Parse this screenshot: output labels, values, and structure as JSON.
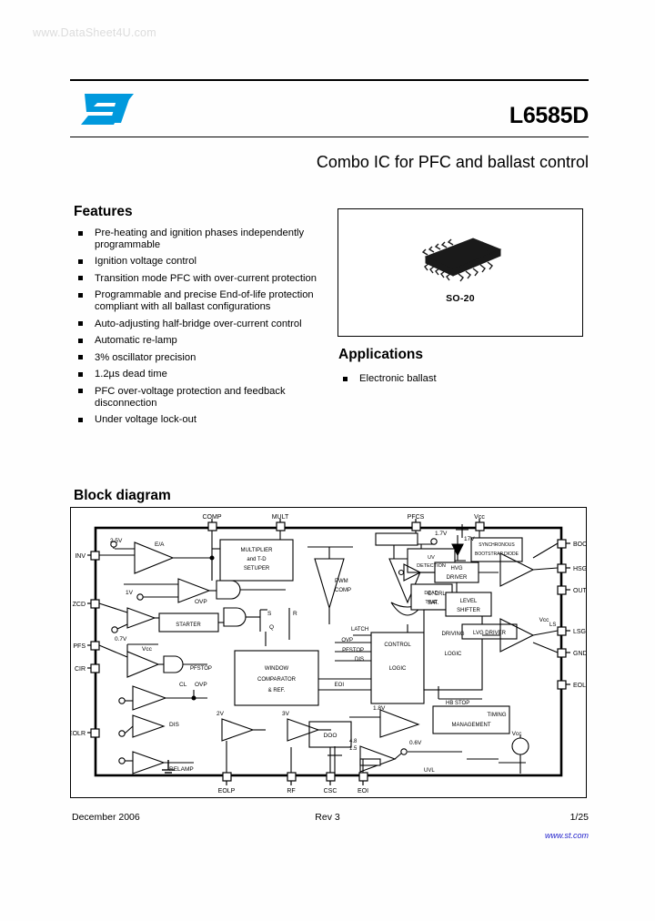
{
  "watermark": "www.DataSheet4U.com",
  "header": {
    "part_number": "L6585D",
    "subtitle": "Combo IC for PFC and ballast control",
    "logo_name": "st-logo",
    "logo_color": "#0099dd"
  },
  "features": {
    "heading": "Features",
    "items": [
      "Pre-heating and ignition phases independently programmable",
      "Ignition voltage control",
      "Transition mode PFC with over-current protection",
      "Programmable and precise End-of-life protection compliant with all ballast configurations",
      "Auto-adjusting half-bridge over-current control",
      "Automatic re-lamp",
      "3% oscillator precision",
      "1.2µs dead time",
      "PFC over-voltage protection and feedback disconnection",
      "Under voltage lock-out"
    ]
  },
  "package": {
    "label": "SO-20",
    "image_name": "so20-package-photo"
  },
  "applications": {
    "heading": "Applications",
    "items": [
      "Electronic ballast"
    ]
  },
  "block_diagram": {
    "heading": "Block diagram",
    "pins_top": [
      "COMP",
      "MULT",
      "PFCS",
      "Vcc"
    ],
    "pins_left": [
      "INV",
      "ZCD",
      "PFS",
      "CIR",
      "EOLR"
    ],
    "pins_right": [
      "BOOT",
      "HSG",
      "OUT",
      "LSG",
      "GND",
      "EOLS"
    ],
    "pins_bottom": [
      "EOLP",
      "RF",
      "CSC",
      "EOI"
    ],
    "blocks": [
      "MULTIPLIER and T-D SETUPER",
      "WINDOW COMPARATOR & REF.",
      "CONTROL LOGIC",
      "DRIVING LOGIC",
      "TIMING MANAGEMENT",
      "SYNCHRONOUS BOOTSTRAP DIODE",
      "HVG DRIVER",
      "LEVEL SHIFTER",
      "LVG DRIVER",
      "UV DETECTION",
      "DEAD TIME",
      "STARTER",
      "DOO"
    ],
    "labels": [
      "2.5V",
      "E/A",
      "1V",
      "OVP",
      "0.7V",
      "Vcc",
      "PWM COMP",
      "1.7V",
      "17V",
      "CURRENT SAT.",
      "LATCH",
      "HB STOP",
      "OVP",
      "PFSTOP",
      "DIS",
      "EOI",
      "CL",
      "RELAMP",
      "2V",
      "3V",
      "1.8V",
      "0.6V",
      "4.8",
      "1.5",
      "UVL",
      "LS"
    ]
  },
  "footer": {
    "date": "December 2006",
    "revision": "Rev 3",
    "page": "1/25",
    "url": "www.st.com"
  }
}
